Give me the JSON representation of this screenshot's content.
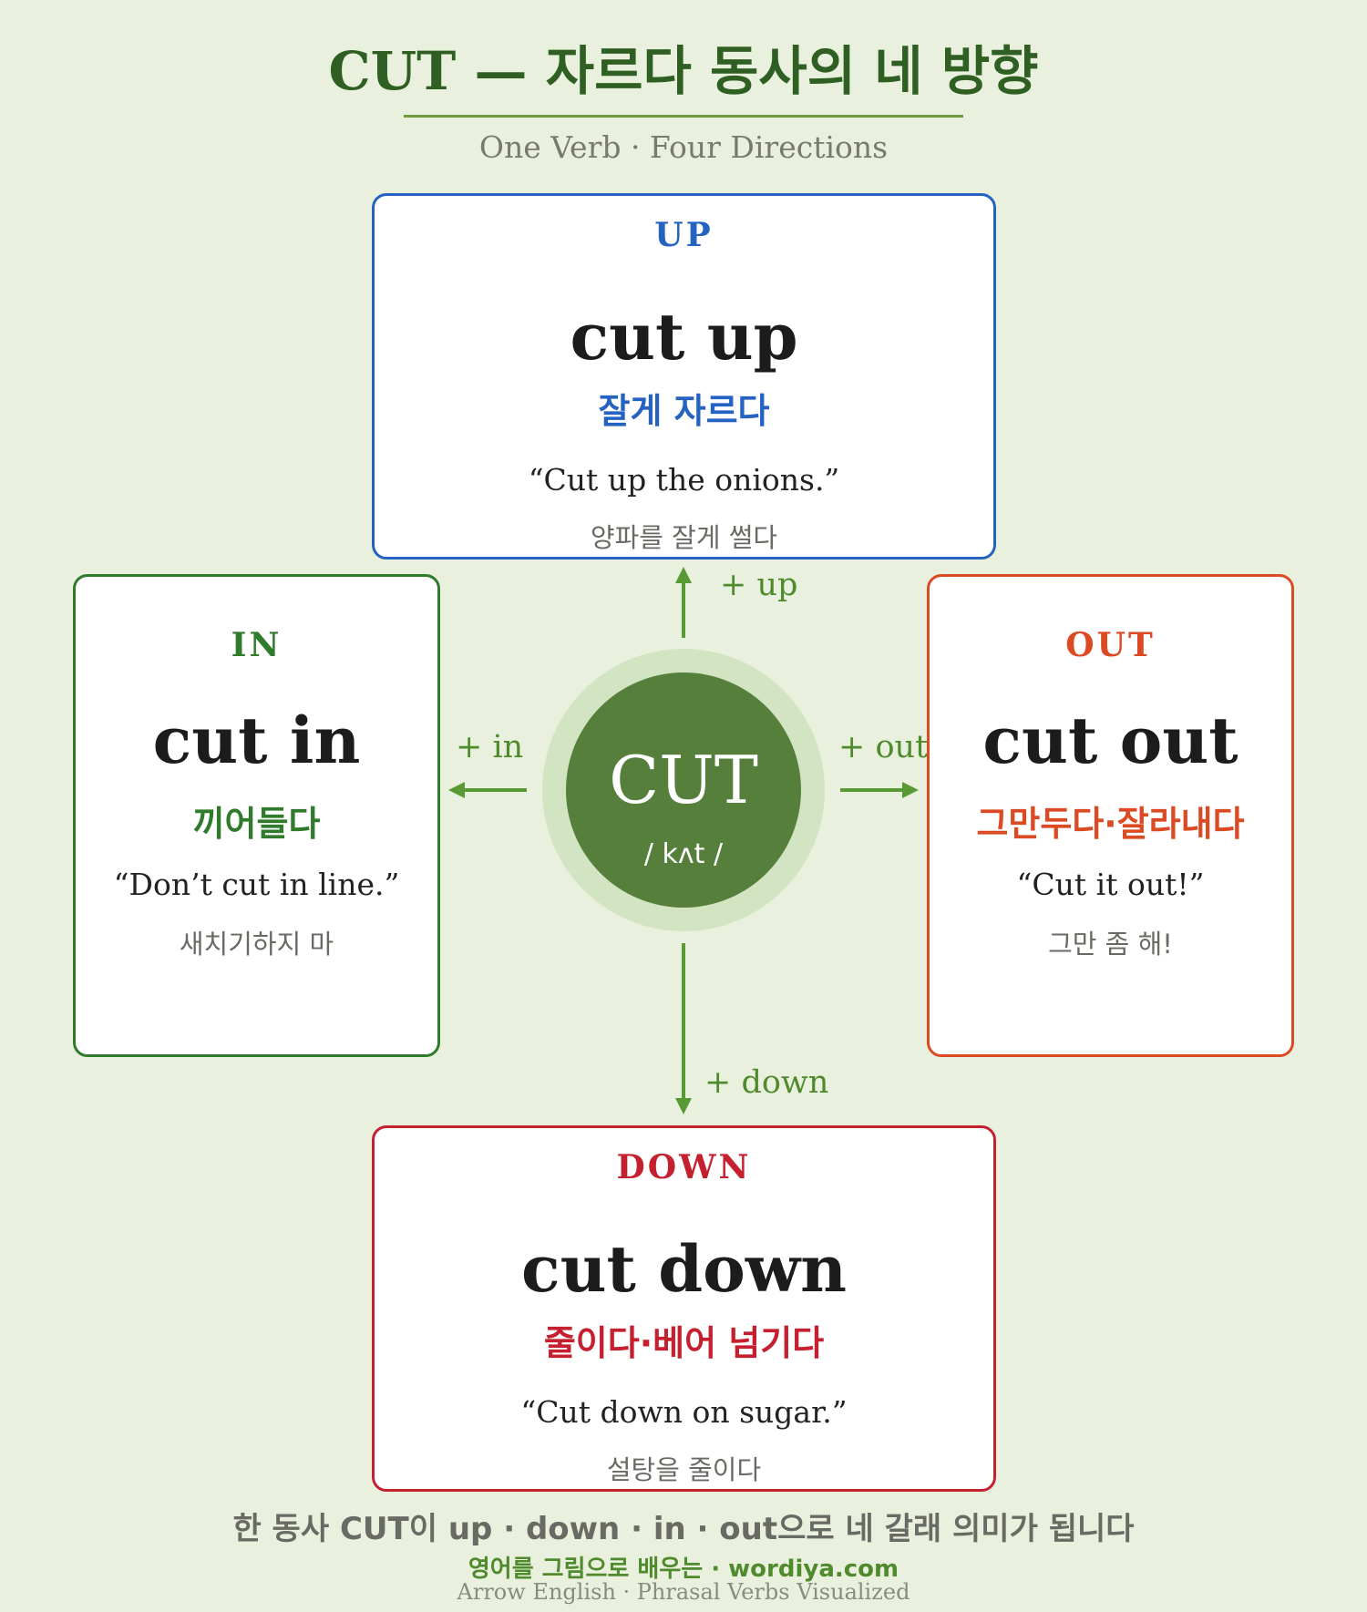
{
  "header": {
    "title": "CUT — 자르다 동사의 네 방향",
    "subtitle": "One Verb · Four Directions"
  },
  "center": {
    "word": "CUT",
    "ipa": "/ kʌt /"
  },
  "cards": {
    "up": {
      "direction": "UP",
      "phrase": "cut up",
      "meaning_ko": "잘게 자르다",
      "example": "“Cut up the onions.”",
      "example_ko": "양파를 잘게 썰다",
      "color": "#2563c2"
    },
    "in": {
      "direction": "IN",
      "phrase": "cut in",
      "meaning_ko": "끼어들다",
      "example": "“Don’t cut in line.”",
      "example_ko": "새치기하지 마",
      "color": "#2f7a2b"
    },
    "out": {
      "direction": "OUT",
      "phrase": "cut out",
      "meaning_ko": "그만두다·잘라내다",
      "example": "“Cut it out!”",
      "example_ko": "그만 좀 해!",
      "color": "#dc4a24"
    },
    "down": {
      "direction": "DOWN",
      "phrase": "cut down",
      "meaning_ko": "줄이다·베어 넘기다",
      "example": "“Cut down on sugar.”",
      "example_ko": "설탕을 줄이다",
      "color": "#c42030"
    }
  },
  "arrows": {
    "up": "+ up",
    "in": "+ in",
    "out": "+ out",
    "down": "+ down",
    "color": "#5a9a35"
  },
  "footer": {
    "summary": "한 동사 CUT이 up · down · in · out으로 네 갈래 의미가 됩니다",
    "brand": "영어를 그림으로 배우는 · wordiya.com",
    "tagline": "Arrow English · Phrasal Verbs Visualized"
  }
}
